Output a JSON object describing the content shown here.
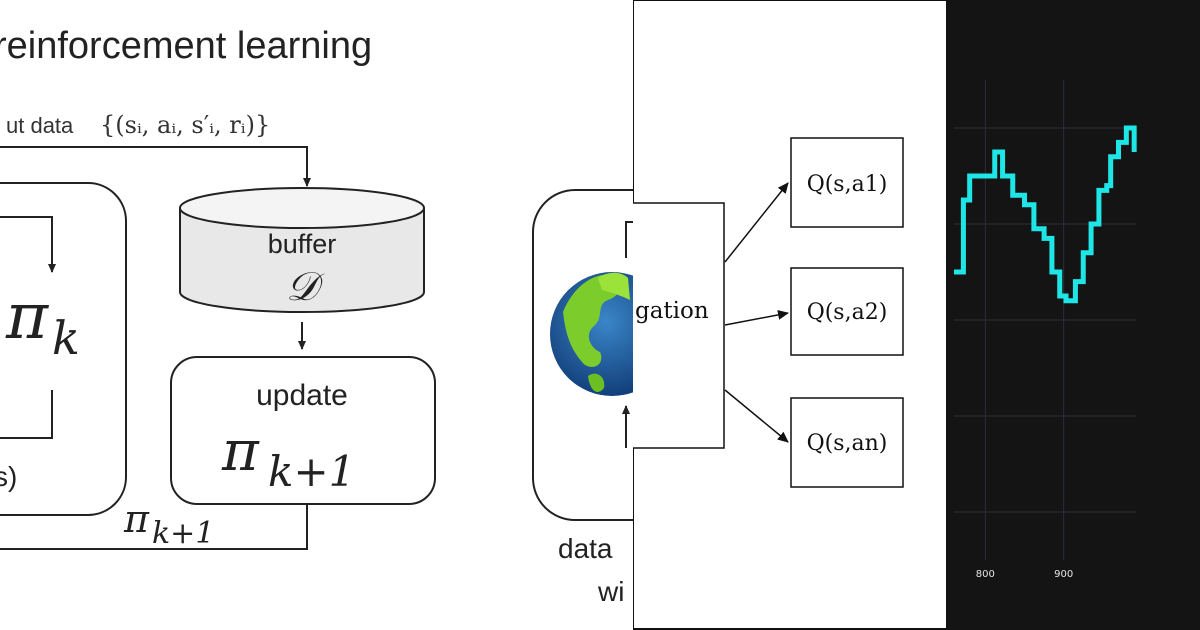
{
  "rl_panel": {
    "title": "reinforcement learning",
    "input_data_label": "ut data",
    "input_data_formula": "{(sᵢ, aᵢ, s′ᵢ, rᵢ)}",
    "policy_symbol": "π",
    "policy_subscript": "k",
    "left_box_fragment": "s)",
    "buffer_label": "buffer",
    "buffer_symbol": "𝒟",
    "update_label": "update",
    "update_symbol": "π",
    "update_subscript": "k+1",
    "feedback_symbol": "π",
    "feedback_subscript": "k+1",
    "right_fragment_top": "data",
    "right_fragment_bottom": "wi"
  },
  "q_panel": {
    "source_box_label": "gation",
    "outputs": [
      "Q(s,a1)",
      "Q(s,a2)",
      "Q(s,an)"
    ]
  },
  "chart_data": {
    "type": "line",
    "background": "#141414",
    "line_color": "#1ee6e6",
    "grid": true,
    "x_tick_labels": [
      "800",
      "900"
    ],
    "x": [
      760,
      772,
      780,
      800,
      812,
      822,
      835,
      850,
      862,
      875,
      885,
      895,
      903,
      915,
      925,
      935,
      945,
      955,
      960,
      970,
      980,
      990
    ],
    "y": [
      10,
      25,
      30,
      30,
      35,
      30,
      26,
      24,
      19,
      17,
      10,
      5,
      4,
      8,
      14,
      20,
      27,
      28,
      34,
      37,
      40,
      35
    ],
    "ylim": [
      -50,
      50
    ],
    "xlim": [
      760,
      1000
    ]
  }
}
